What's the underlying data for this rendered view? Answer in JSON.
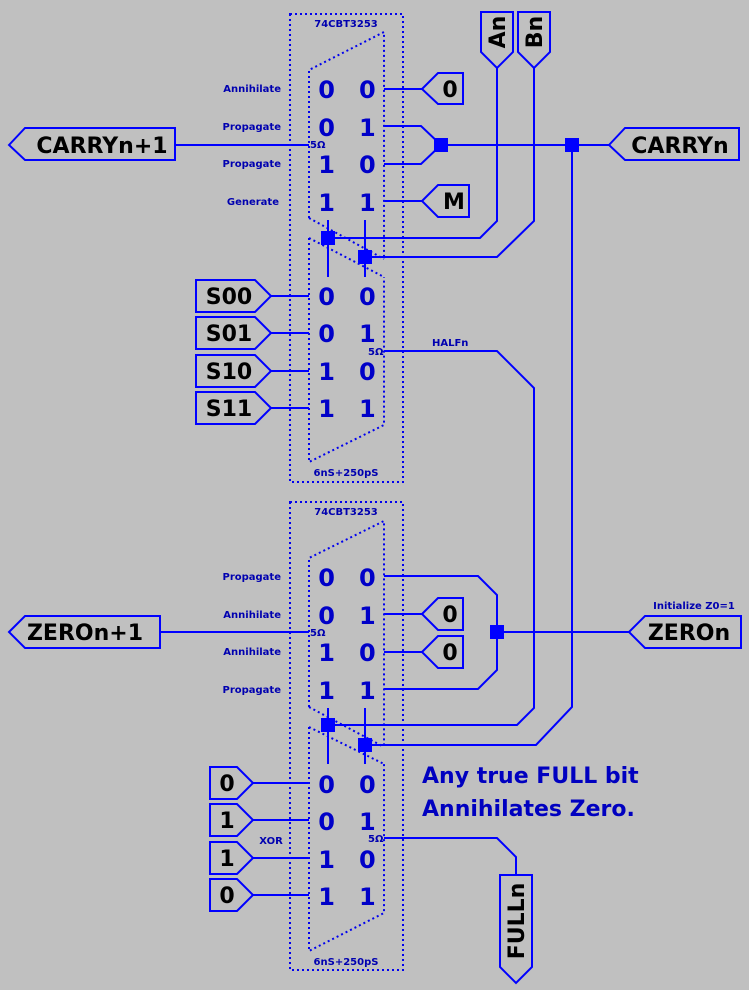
{
  "colors": {
    "wire": "#0000ff",
    "text": "#0000c0",
    "background": "#c0c0c0"
  },
  "carry_mux": {
    "part": "74CBT3253",
    "timing": "6nS+250pS",
    "resistance": "5Ω",
    "top_rows": [
      {
        "op": "Annihilate",
        "bits": "0 0"
      },
      {
        "op": "Propagate",
        "bits": "0 1"
      },
      {
        "op": "Propagate",
        "bits": "1 0"
      },
      {
        "op": "Generate",
        "bits": "1 1"
      }
    ],
    "bottom_rows": [
      {
        "bits": "0 0"
      },
      {
        "bits": "0 1"
      },
      {
        "bits": "1 0"
      },
      {
        "bits": "1 1"
      }
    ],
    "out_resistance": "5Ω",
    "out_net": "HALFn",
    "const_inputs": [
      "0",
      "M"
    ],
    "select_inputs": [
      "S00",
      "S01",
      "S10",
      "S11"
    ]
  },
  "zero_mux": {
    "part": "74CBT3253",
    "timing": "6nS+250pS",
    "resistance": "5Ω",
    "top_rows": [
      {
        "op": "Propagate",
        "bits": "0 0"
      },
      {
        "op": "Annihilate",
        "bits": "0 1"
      },
      {
        "op": "Annihilate",
        "bits": "1 0"
      },
      {
        "op": "Propagate",
        "bits": "1 1"
      }
    ],
    "bottom_rows": [
      {
        "bits": "0 0"
      },
      {
        "bits": "0 1"
      },
      {
        "bits": "1 0"
      },
      {
        "bits": "1 1"
      }
    ],
    "out_resistance": "5Ω",
    "const_inputs": [
      "0",
      "0"
    ],
    "xor_inputs": [
      "0",
      "1",
      "1",
      "0"
    ],
    "xor_label": "XOR"
  },
  "ports": {
    "an": "An",
    "bn": "Bn",
    "carry_out": "CARRYn+1",
    "carry_in": "CARRYn",
    "zero_out": "ZEROn+1",
    "zero_in": "ZEROn",
    "zero_init": "Initialize Z0=1",
    "full_out": "FULLn"
  },
  "note": {
    "line1": "Any true FULL bit",
    "line2": "Annihilates Zero."
  }
}
